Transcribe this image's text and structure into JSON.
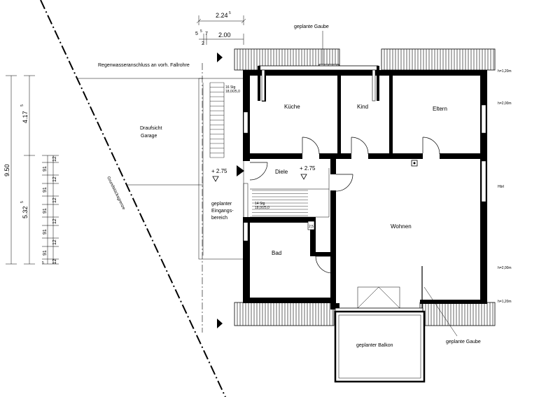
{
  "rooms": {
    "kueche": "Küche",
    "kind": "Kind",
    "eltern": "Eltern",
    "diele": "Diele",
    "bad": "Bad",
    "wohnen": "Wohnen"
  },
  "annotations": {
    "gaube_top": "geplante Gaube",
    "gaube_bottom": "geplante Gaube",
    "balkon": "geplanter Balkon",
    "regen": "Regenwasseranschluss an vorh. Fallrohre",
    "draufsicht_1": "Draufsicht",
    "draufsicht_2": "Garage",
    "eingang_1": "geplanter",
    "eingang_2": "Eingangs-",
    "eingang_3": "bereich",
    "grundstueck": "Grundstücksgrenze",
    "stair_upper_1": "16 Stg",
    "stair_upper_2": "18,0/25,0",
    "stair_lower_1": "14 Stg",
    "stair_lower_2": "18,0/25,0",
    "side_1": "h=1,20m",
    "side_2": "h=2,00m",
    "side_3": "Hbrl",
    "side_4": "h=2,00m",
    "side_5": "h=1,20m",
    "level_left": "+ 2.75",
    "level_right": "+ 2.75",
    "wall_tag": "2,5"
  },
  "dimensions": {
    "top_224": "2.24",
    "top_224_sup": "5",
    "top_200": "2.00",
    "top_small_a": "5",
    "top_small_b": "7",
    "top_small_c": "5",
    "top_small_d": "2",
    "left_950": "9.50",
    "left_417": "4.17",
    "left_417_sup": "5",
    "left_532": "5.32",
    "left_532_sup": "5",
    "left_91": "91",
    "left_12": "12",
    "left_bottom": "5"
  }
}
